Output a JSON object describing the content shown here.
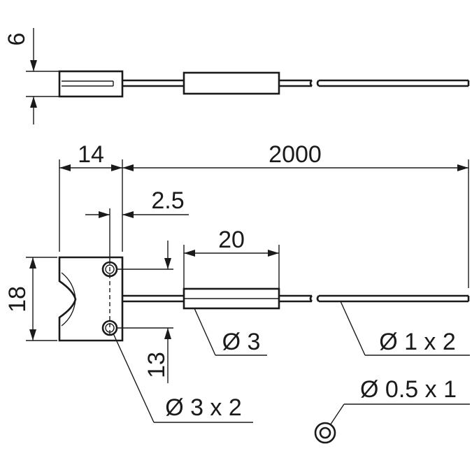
{
  "drawing": {
    "dimensions": {
      "thickness": "6",
      "head_length": "14",
      "total_length": "2000",
      "hole_offset": "2.5",
      "sleeve_length": "20",
      "head_height": "18",
      "hole_spacing": "13"
    },
    "callouts": {
      "sleeve_diameter": "Ø 3",
      "cable_diameter": "Ø 1 x 2",
      "mounting_holes": "Ø 3 x 2",
      "fiber_core": "Ø 0.5 x 1"
    }
  }
}
